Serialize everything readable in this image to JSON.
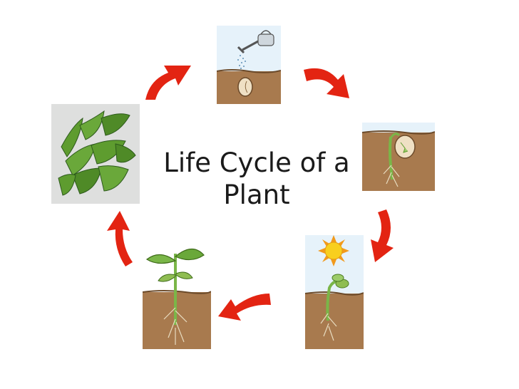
{
  "title": {
    "line1": "Life Cycle of a",
    "line2": "Plant"
  },
  "stages": [
    {
      "name": "seed-watering"
    },
    {
      "name": "germination"
    },
    {
      "name": "sprout-with-sun"
    },
    {
      "name": "young-plant"
    },
    {
      "name": "pea-pods"
    }
  ],
  "colors": {
    "arrow_red": "#e32412",
    "soil_brown": "#a87a4e",
    "leaf_green": "#5e9c2f",
    "sun_yellow": "#f8cf1e",
    "sky_blue": "#dcedf7"
  }
}
